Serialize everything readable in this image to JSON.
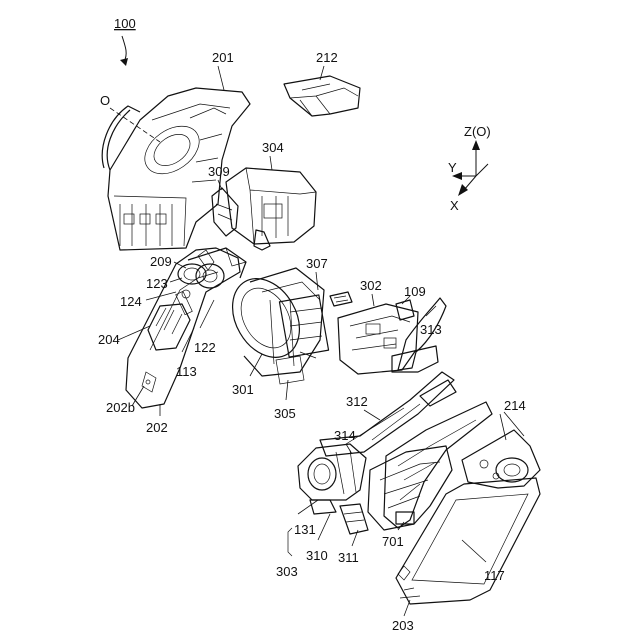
{
  "figure": {
    "reference": "100",
    "optical_axis": "O",
    "axes": {
      "z": "Z(O)",
      "y": "Y",
      "x": "X"
    },
    "labels": {
      "l201": "201",
      "l212": "212",
      "l304": "304",
      "l309": "309",
      "l209": "209",
      "l123": "123",
      "l124": "124",
      "l204": "204",
      "l113": "113",
      "l122": "122",
      "l202b": "202b",
      "l202": "202",
      "l307": "307",
      "l302": "302",
      "l109": "109",
      "l313": "313",
      "l301": "301",
      "l305": "305",
      "l312": "312",
      "l214": "214",
      "l314": "314",
      "l131": "131",
      "l310": "310",
      "l303": "303",
      "l311": "311",
      "l701": "701",
      "l203": "203",
      "l117": "117"
    }
  },
  "colors": {
    "ink": "#111111",
    "paper": "#ffffff"
  }
}
